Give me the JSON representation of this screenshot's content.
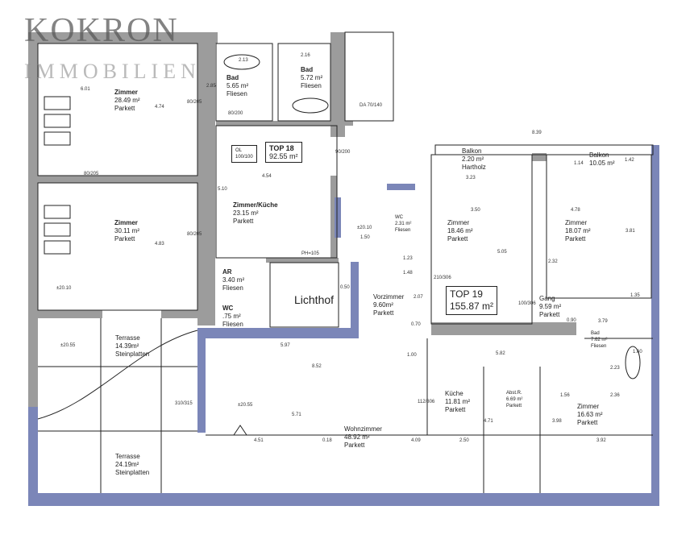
{
  "logo": {
    "line1": "KOKRON",
    "line2": "IMMOBILIEN"
  },
  "units": [
    {
      "name": "TOP 18",
      "area": "92.55 m²"
    },
    {
      "name": "TOP 19",
      "area": "155.87 m²"
    }
  ],
  "ol_box": {
    "line1": "OL",
    "line2": "100/100"
  },
  "rooms": [
    {
      "name": "Zimmer",
      "area": "28.49 m²",
      "floor": "Parkett"
    },
    {
      "name": "Zimmer",
      "area": "30.11 m²",
      "floor": "Parkett"
    },
    {
      "name": "Bad",
      "area": "5.65 m²",
      "floor": "Fliesen"
    },
    {
      "name": "Bad",
      "area": "5.72 m²",
      "floor": "Fliesen"
    },
    {
      "name": "Zimmer/Küche",
      "area": "23.15 m²",
      "floor": "Parkett"
    },
    {
      "name": "AR",
      "area": "3.40 m²",
      "floor": "Fliesen"
    },
    {
      "name": "WC",
      "area": ".75 m²",
      "floor": "Fliesen"
    },
    {
      "name": "Terrasse",
      "area": "14.39m²",
      "floor": "Steinplatten"
    },
    {
      "name": "Terrasse",
      "area": "24.19m²",
      "floor": "Steinplatten"
    },
    {
      "name": "Wohnzimmer",
      "area": "48.92 m²",
      "floor": "Parkett"
    },
    {
      "name": "Küche",
      "area": "11.81 m²",
      "floor": "Parkett"
    },
    {
      "name": "Abst.R.",
      "area": "6.69 m²",
      "floor": "Parkett"
    },
    {
      "name": "Zimmer",
      "area": "16.63 m²",
      "floor": "Parkett"
    },
    {
      "name": "Vorzimmer",
      "area": "9.60m²",
      "floor": "Parkett"
    },
    {
      "name": "Gang",
      "area": "9.59 m²",
      "floor": "Parkett"
    },
    {
      "name": "Bad",
      "area": "7.62 m²",
      "floor": "Fliesen"
    },
    {
      "name": "Zimmer",
      "area": "18.46 m²",
      "floor": "Parkett"
    },
    {
      "name": "Zimmer",
      "area": "18.07 m²",
      "floor": "Parkett"
    },
    {
      "name": "WC",
      "area": "2.31 m²",
      "floor": "Fliesen"
    },
    {
      "name": "Balkon",
      "area": "2.20 m²",
      "floor": "Hartholz"
    },
    {
      "name": "Balkon",
      "area": "10.05 m²",
      "floor": ""
    }
  ],
  "lichthof": "Lichthof",
  "dimensions": [
    "6.01",
    "4.74",
    "80/205",
    "80/205",
    "80/205",
    "4.83",
    "2.13",
    "2.85",
    "2.16",
    "80/200",
    "90/200",
    "4.54",
    "5.10",
    "PH=105",
    "DA 70/140",
    "8.39",
    "3.23",
    "1.14",
    "1.42",
    "3.50",
    "4.78",
    "3.81",
    "5.05",
    "2.32",
    "5.97",
    "8.52",
    "5.71",
    "4.51",
    "0.18",
    "4.09",
    "2.50",
    "3.92",
    "5.82",
    "1.56",
    "2.36",
    "2.23",
    "1.60",
    "310/315",
    "112/306",
    "210/306",
    "100/306",
    "±20.10",
    "±20.55",
    "±20.55",
    "±20.10",
    "1.50",
    "1.48",
    "1.23",
    "0.50",
    "0.70",
    "1.00",
    "0.90",
    "3.79",
    "1.35",
    "2.07",
    "4.71",
    "3.98"
  ]
}
